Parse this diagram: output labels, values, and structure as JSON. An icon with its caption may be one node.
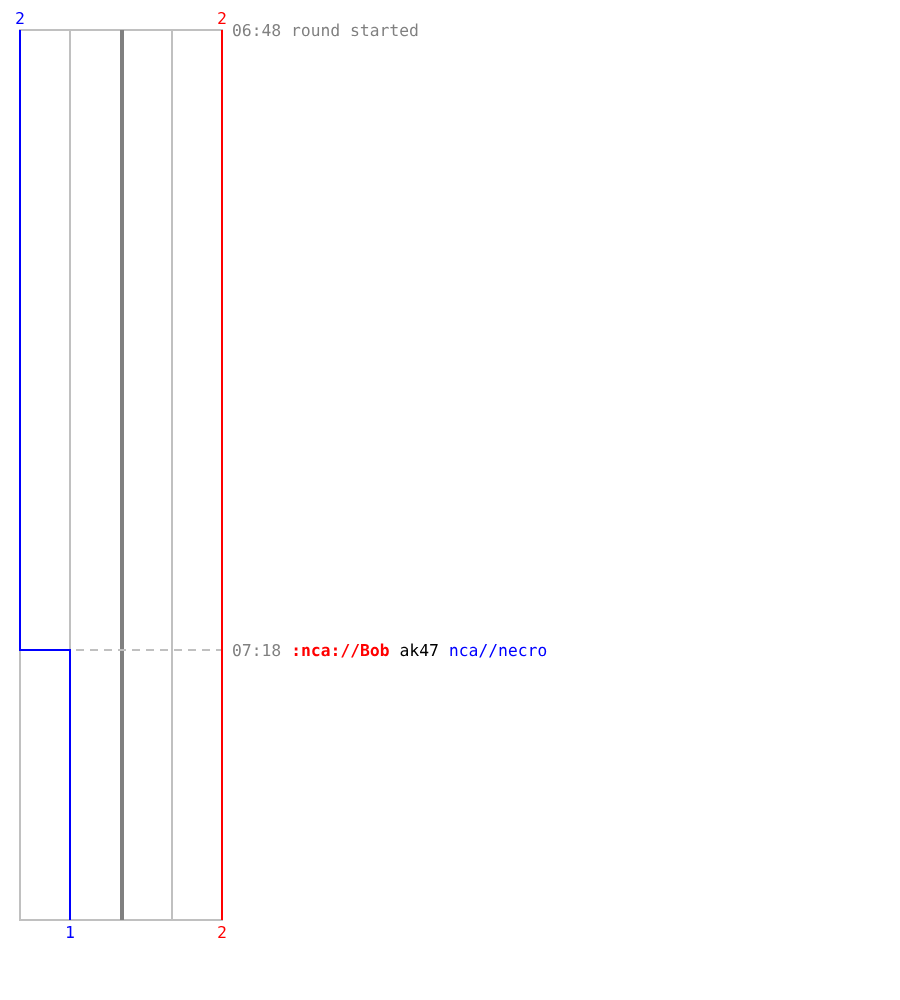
{
  "diagram": {
    "labels": [
      "2",
      "2",
      "06:48 round started",
      "07:18",
      ":nca://Bob",
      "ak47",
      "nca//necro",
      "1",
      "2"
    ]
  }
}
